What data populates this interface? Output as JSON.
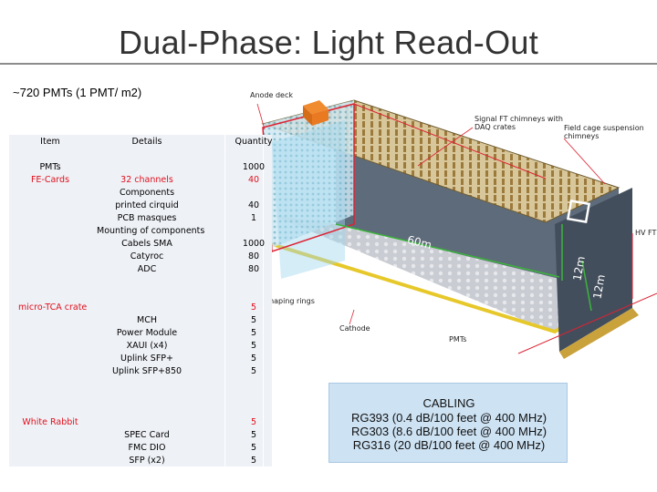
{
  "slide": {
    "title": "Dual-Phase:  Light Read-Out",
    "subtitle": "~720 PMTs (1 PMT/ m2)"
  },
  "detector": {
    "labels": {
      "anode_deck": "Anode deck",
      "signal_ft": "Signal FT chimneys with\nDAQ crates",
      "field_cage": "Field cage suspension\nchimneys",
      "hv_ft": "HV FT",
      "shaping_rings": "Shaping rings",
      "cathode": "Cathode",
      "pmts": "PMTs"
    },
    "dimensions": {
      "length": "60m",
      "height": "12m",
      "width": "12m"
    }
  },
  "table": {
    "headers": {
      "item": "Item",
      "details": "Details",
      "quantity": "Quantity"
    },
    "rows": [
      {
        "item": "PMTs",
        "details": "",
        "qty": "1000",
        "red": false
      },
      {
        "item": "FE-Cards",
        "details": "32 channels",
        "qty": "40",
        "red": true
      },
      {
        "item": "",
        "details": "Components",
        "qty": "",
        "red": false
      },
      {
        "item": "",
        "details": "printed cirquid",
        "qty": "40",
        "red": false
      },
      {
        "item": "",
        "details": "PCB masques",
        "qty": "1",
        "red": false
      },
      {
        "item": "",
        "details": "Mounting of components",
        "qty": "",
        "red": false
      },
      {
        "item": "",
        "details": "Cabels SMA",
        "qty": "1000",
        "red": false
      },
      {
        "item": "",
        "details": "Catyroc",
        "qty": "80",
        "red": false
      },
      {
        "item": "",
        "details": "ADC",
        "qty": "80",
        "red": false
      },
      {
        "item": "micro-TCA crate",
        "details": "",
        "qty": "5",
        "red": true
      },
      {
        "item": "",
        "details": "MCH",
        "qty": "5",
        "red": false
      },
      {
        "item": "",
        "details": "Power Module",
        "qty": "5",
        "red": false
      },
      {
        "item": "",
        "details": "XAUI (x4)",
        "qty": "5",
        "red": false
      },
      {
        "item": "",
        "details": "Uplink SFP+",
        "qty": "5",
        "red": false
      },
      {
        "item": "",
        "details": "Uplink SFP+850",
        "qty": "5",
        "red": false
      },
      {
        "item": "White Rabbit",
        "details": "",
        "qty": "5",
        "red": true
      },
      {
        "item": "",
        "details": "SPEC Card",
        "qty": "5",
        "red": false
      },
      {
        "item": "",
        "details": "FMC DIO",
        "qty": "5",
        "red": false
      },
      {
        "item": "",
        "details": "SFP (x2)",
        "qty": "5",
        "red": false
      }
    ]
  },
  "cabling": {
    "title": "CABLING",
    "lines": [
      "RG393 (0.4 dB/100 feet @ 400 MHz)",
      "RG303 (8.6 dB/100 feet @ 400 MHz)",
      "RG316 (20 dB/100 feet @ 400 MHz)"
    ]
  },
  "colors": {
    "red_text": "#e0101c",
    "cabling_bg": "#cde2f3",
    "table_bg": "#eef1f6",
    "green_dim": "#3cb43c"
  }
}
